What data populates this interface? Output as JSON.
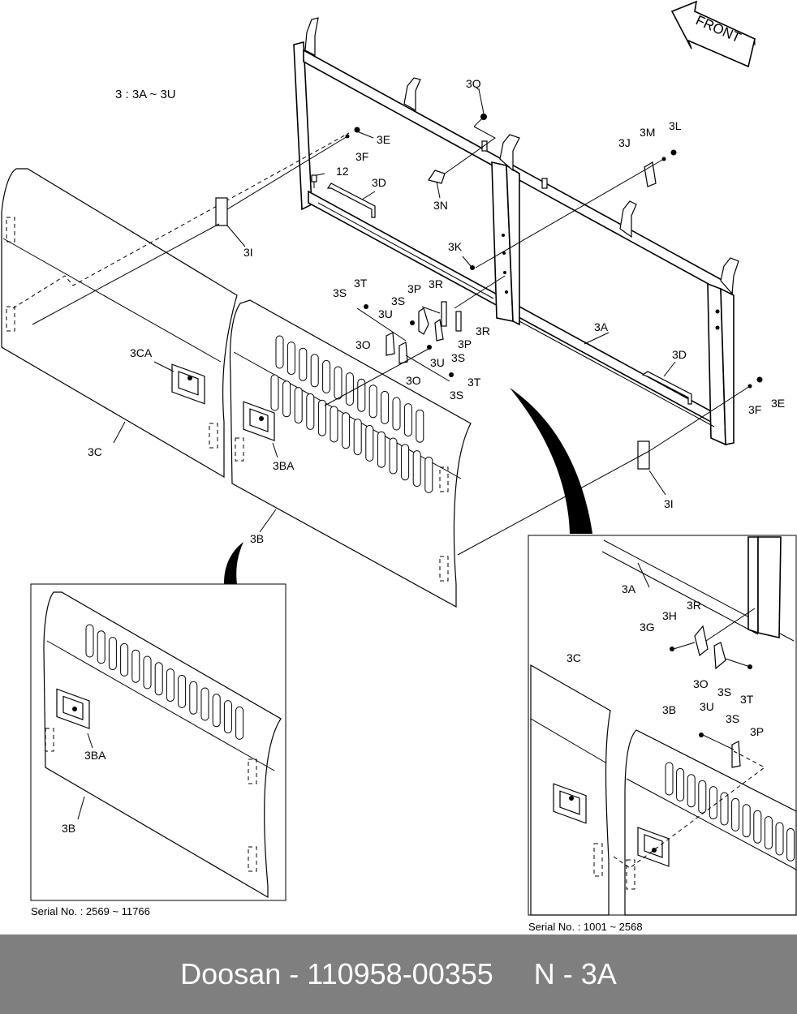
{
  "diagram": {
    "group_label": "3 : 3A ~ 3U",
    "front_label": "FRONT",
    "labels": {
      "p3A": "3A",
      "p3B": "3B",
      "p3BA": "3BA",
      "p3C": "3C",
      "p3CA": "3CA",
      "p3D": "3D",
      "p3D2": "3D",
      "p3E": "3E",
      "p3E2": "3E",
      "p3F": "3F",
      "p3F2": "3F",
      "p3I": "3I",
      "p3I2": "3I",
      "p3J": "3J",
      "p3K": "3K",
      "p3L": "3L",
      "p3M": "3M",
      "p3N": "3N",
      "p3O": "3O",
      "p3O2": "3O",
      "p3P": "3P",
      "p3P2": "3P",
      "p3Q": "3Q",
      "p3R": "3R",
      "p3R2": "3R",
      "p3S": "3S",
      "p3S2": "3S",
      "p3S3": "3S",
      "p3S4": "3S",
      "p3T": "3T",
      "p3T2": "3T",
      "p3U": "3U",
      "p3U2": "3U",
      "p12": "12"
    },
    "inset_left": {
      "labels": {
        "p3BA": "3BA",
        "p3B": "3B"
      },
      "serial": "Serial No. : 2569 ~ 11766"
    },
    "inset_right": {
      "labels": {
        "p3A": "3A",
        "p3R": "3R",
        "p3H": "3H",
        "p3G": "3G",
        "p3C": "3C",
        "p3O": "3O",
        "p3S": "3S",
        "p3T": "3T",
        "p3B": "3B",
        "p3U": "3U",
        "p3S2": "3S",
        "p3P": "3P"
      },
      "serial": "Serial No. : 1001 ~ 2568"
    }
  },
  "footer": {
    "text": "Doosan - 110958-00355     N - 3A"
  }
}
